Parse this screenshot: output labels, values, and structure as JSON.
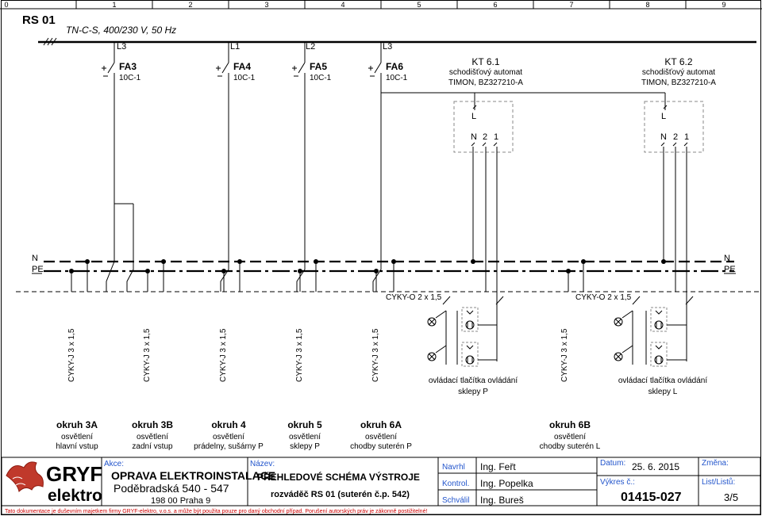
{
  "ruler": {
    "columns": [
      "0",
      "1",
      "2",
      "3",
      "4",
      "5",
      "6",
      "7",
      "8",
      "9"
    ]
  },
  "header": {
    "title": "RS 01",
    "supply": "TN-C-S, 400/230 V, 50 Hz"
  },
  "phases": [
    "L3",
    "L1",
    "L2",
    "L3"
  ],
  "breakers": [
    {
      "name": "FA3",
      "rating": "10C-1"
    },
    {
      "name": "FA4",
      "rating": "10C-1"
    },
    {
      "name": "FA5",
      "rating": "10C-1"
    },
    {
      "name": "FA6",
      "rating": "10C-1"
    }
  ],
  "timers": [
    {
      "name": "KT 6.1",
      "desc": "schodišťový automat",
      "model": "TIMON, BZ327210-A",
      "l": "L",
      "n": "N",
      "t2": "2",
      "t1": "1"
    },
    {
      "name": "KT 6.2",
      "desc": "schodišťový automat",
      "model": "TIMON, BZ327210-A",
      "l": "L",
      "n": "N",
      "t2": "2",
      "t1": "1"
    }
  ],
  "bus": {
    "n_left": "N",
    "pe_left": "PE",
    "n_right": "N",
    "pe_right": "PE"
  },
  "cables": {
    "vertical": [
      "CYKY-J 3 x 1,5",
      "CYKY-J 3 x 1,5",
      "CYKY-J 3 x 1,5",
      "CYKY-J 3 x 1,5",
      "CYKY-J 3 x 1,5",
      "CYKY-J 3 x 1,5"
    ],
    "control": [
      "CYKY-O 2 x 1,5",
      "CYKY-O 2 x 1,5"
    ]
  },
  "button_notes": [
    {
      "line1": "ovládací tlačítka ovládání",
      "line2": "sklepy P"
    },
    {
      "line1": "ovládací tlačítka ovládání",
      "line2": "sklepy L"
    }
  ],
  "circuits": [
    {
      "name": "okruh 3A",
      "desc": "osvětlení",
      "loc": "hlavní vstup"
    },
    {
      "name": "okruh 3B",
      "desc": "osvětlení",
      "loc": "zadní vstup"
    },
    {
      "name": "okruh 4",
      "desc": "osvětlení",
      "loc": "prádelny, sušárny P"
    },
    {
      "name": "okruh 5",
      "desc": "osvětlení",
      "loc": "sklepy P"
    },
    {
      "name": "okruh 6A",
      "desc": "osvětlení",
      "loc": "chodby suterén P"
    },
    {
      "name": "okruh 6B",
      "desc": "osvětlení",
      "loc": "chodby suterén L"
    }
  ],
  "title_block": {
    "logo_top": "GRYF",
    "logo_bottom": "elektro",
    "akce_label": "Akce:",
    "akce_1": "OPRAVA ELEKTROINSTALACE",
    "akce_2": "Poděbradská 540 - 547",
    "akce_3": "198 00 Praha 9",
    "nazev_label": "Název:",
    "nazev_1": "PŘEHLEDOVÉ SCHÉMA VÝSTROJE",
    "nazev_2": "rozváděč RS 01 (suterén č.p. 542)",
    "navrhl_label": "Navrhl",
    "navrhl": "Ing. Feřt",
    "kontrol_label": "Kontrol.",
    "kontrol": "Ing. Popelka",
    "schvalil_label": "Schválil",
    "schvalil": "Ing. Bureš",
    "datum_label": "Datum:",
    "datum": "25. 6. 2015",
    "vykres_label": "Výkres č.:",
    "vykres": "01415-027",
    "zmena_label": "Změna:",
    "list_label": "List/Listů:",
    "list": "3/5",
    "footer": "Tato dokumentace je duševním majetkem firmy GRYF-elektro, v.o.s. a může být použita pouze pro daný obchodní případ. Porušení autorských práv je zákonně postižitelné!"
  }
}
